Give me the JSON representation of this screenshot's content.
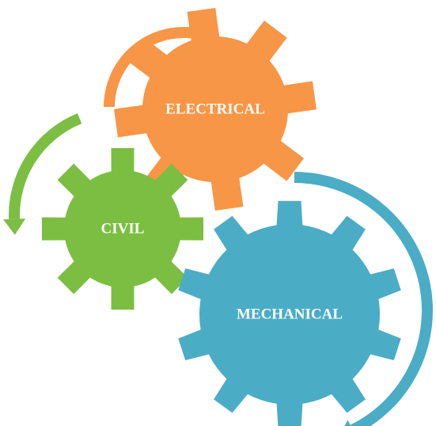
{
  "diagram": {
    "type": "gear-cycle",
    "gears": [
      {
        "id": "electrical",
        "label": "ELECTRICAL",
        "color": "#F79646"
      },
      {
        "id": "civil",
        "label": "CIVIL",
        "color": "#7CBE42"
      },
      {
        "id": "mechanical",
        "label": "MECHANICAL",
        "color": "#4BACC6"
      }
    ],
    "arrows": [
      {
        "id": "electrical-arrow",
        "color": "#F79646"
      },
      {
        "id": "civil-arrow",
        "color": "#7CBE42"
      },
      {
        "id": "mechanical-arrow",
        "color": "#4BACC6"
      }
    ]
  }
}
